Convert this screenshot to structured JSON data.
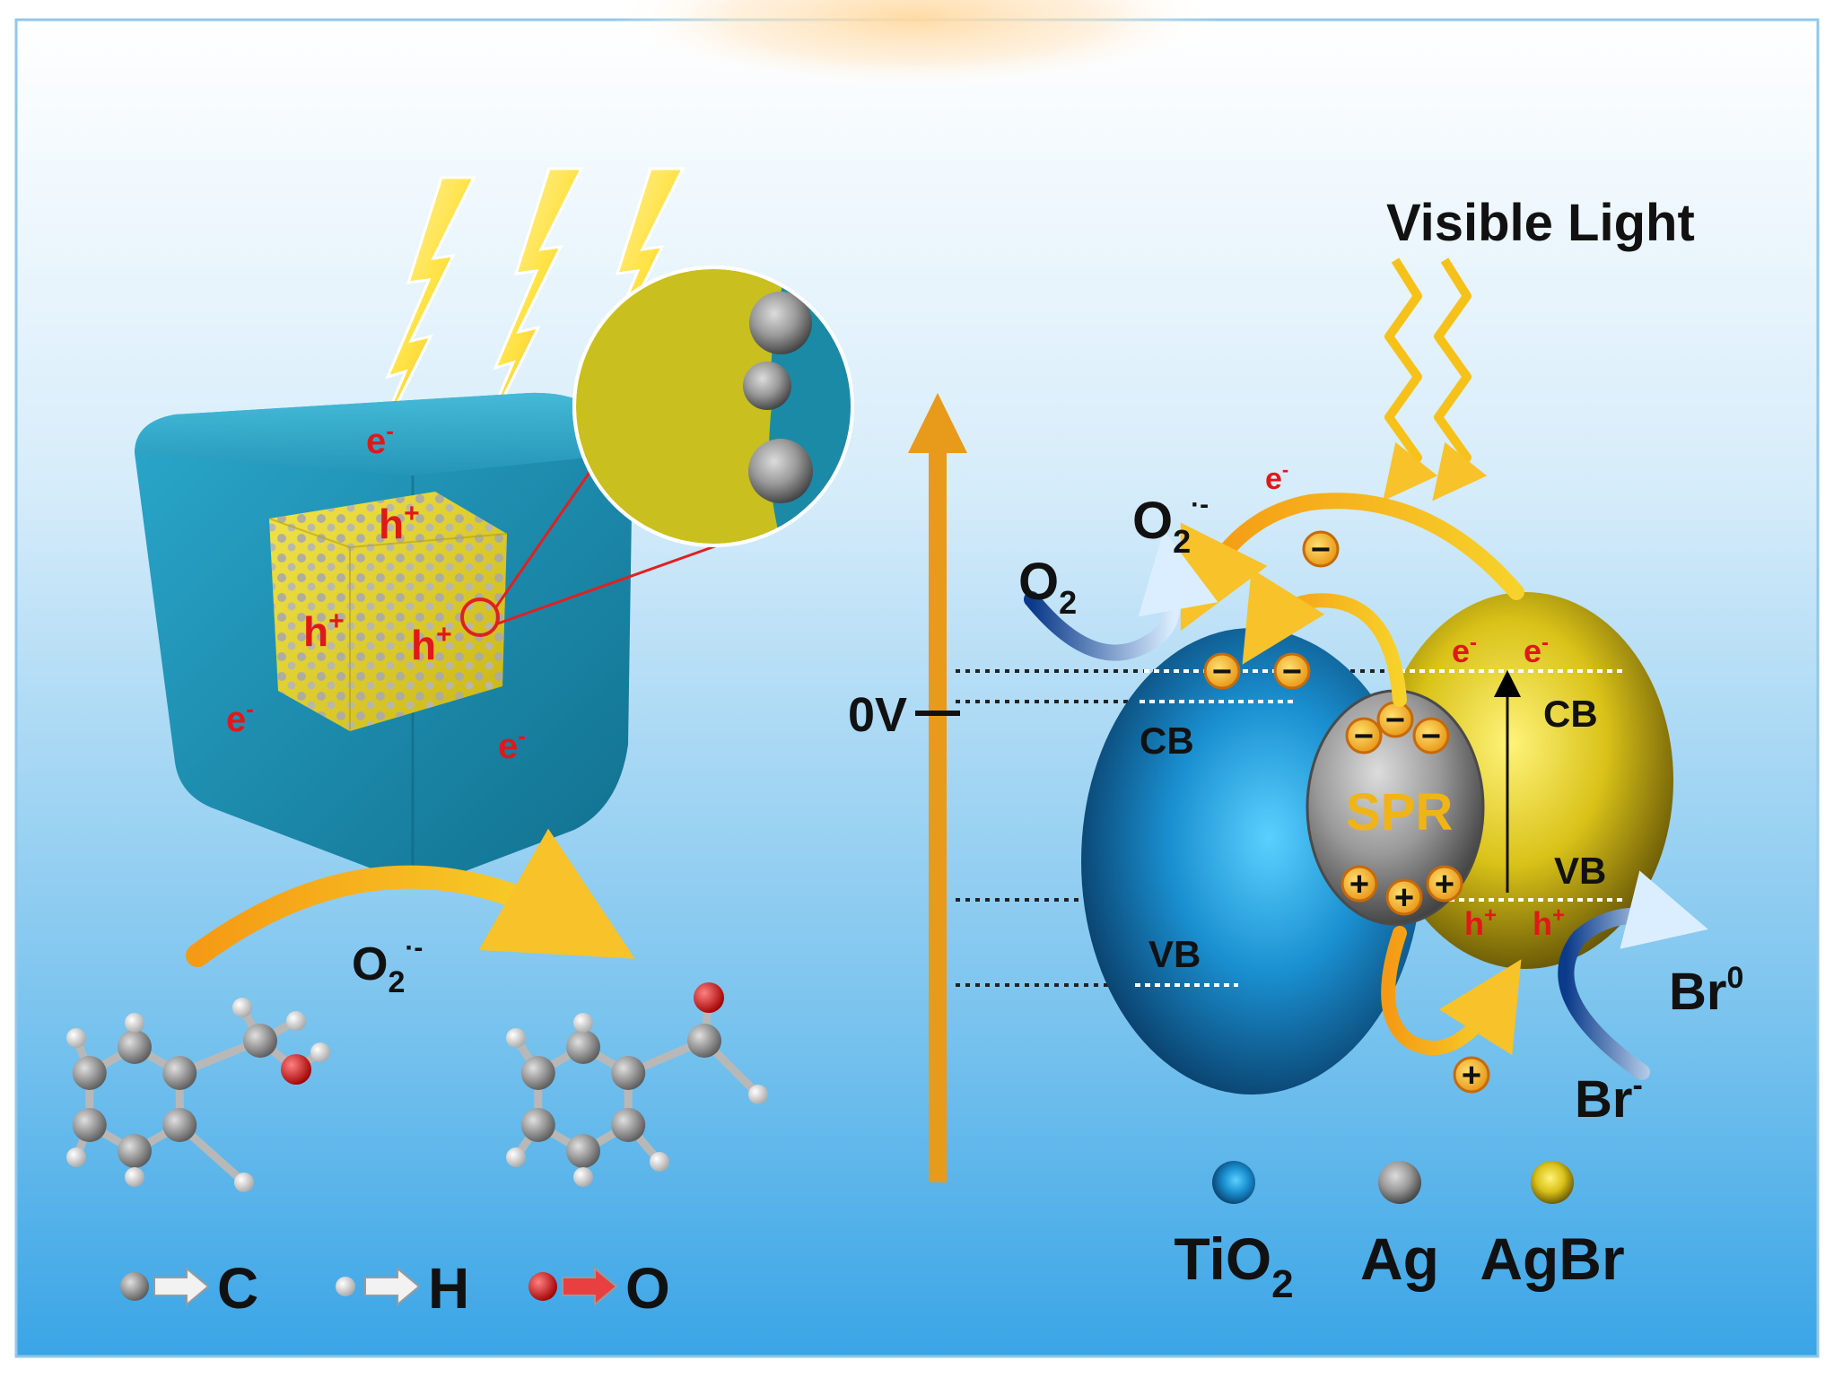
{
  "charges": {
    "electron": "e",
    "hole": "h",
    "minus_superscript": "-",
    "plus_superscript": "+",
    "minus": "−",
    "plus": "+"
  },
  "left_panel": {
    "reaction_species": "O",
    "reaction_subscript": "2",
    "reaction_superscript": "·-"
  },
  "legend_atoms": [
    {
      "symbol": "C",
      "color": "#8a8a8a"
    },
    {
      "symbol": "H",
      "color": "#d2d2d2"
    },
    {
      "symbol": "O",
      "color": "#d81010"
    }
  ],
  "right_panel": {
    "light_label": "Visible Light",
    "potential_label": "0V",
    "cb_label": "CB",
    "vb_label": "VB",
    "spr_label": "SPR",
    "oxygen": "O",
    "oxygen_subscript": "2",
    "superoxide_superscript": "·-",
    "bromine": "Br",
    "bromine_zero": "0",
    "bromide_superscript": "-"
  },
  "legend_materials": [
    {
      "name": "TiO",
      "subscript": "2",
      "color": "#1a8fd0"
    },
    {
      "name": "Ag",
      "subscript": "",
      "color": "#9a9a9a"
    },
    {
      "name": "AgBr",
      "subscript": "",
      "color": "#e2d21a"
    }
  ],
  "colors": {
    "electron_red": "#e01818",
    "hole_red": "#e01818",
    "tio2_blue": "#1a8fd0",
    "agbr_yellow": "#e2d21a",
    "ag_gray": "#9a9a9a",
    "arrow_orange": "#e89a1a",
    "spr_text": "#f0b418"
  }
}
